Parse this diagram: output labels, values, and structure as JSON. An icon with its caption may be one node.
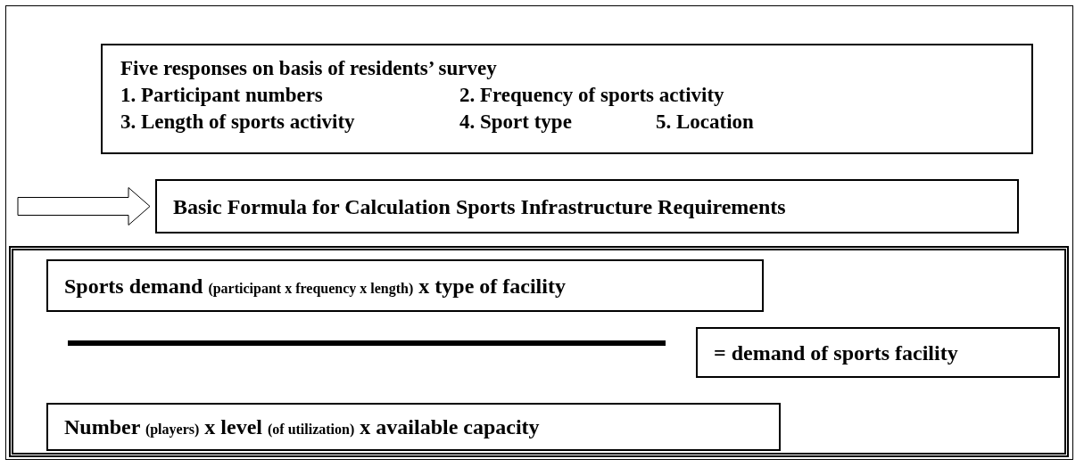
{
  "diagram": {
    "nodes": [
      {
        "text": [
          "Five responses on basis of residents’ survey",
          "1. Participant numbers",
          "2. Frequency of sports activity",
          "3. Length of sports activity",
          "4. Sport type",
          "5. Location"
        ]
      },
      {
        "text": [
          "Basic Formula for Calculation Sports Infrastructure Requirements"
        ]
      },
      {
        "text": [],
        "shape": "box"
      },
      {
        "text": [
          "Sports demand",
          "(participant x frequency x length)",
          "x type of facility"
        ],
        "in": 2
      },
      {
        "text": [
          "= demand of sports facility"
        ],
        "in": 2
      },
      {
        "text": [
          "Number",
          "(players)",
          "x level",
          "(of utilization)",
          "x available capacity"
        ],
        "in": 2
      }
    ],
    "edges": [
      {
        "from": null,
        "to": 1,
        "arrow": "to"
      }
    ]
  }
}
